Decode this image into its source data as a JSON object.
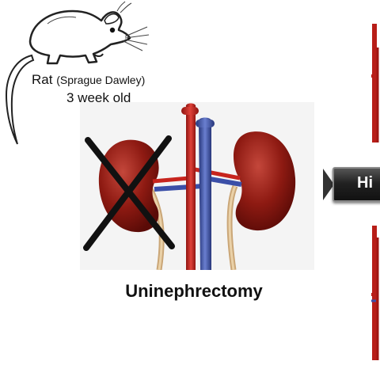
{
  "rat": {
    "label_main": "Rat",
    "label_species": "(Sprague Dawley)",
    "label_age": "3 week old"
  },
  "procedure": {
    "title": "Uninephrectomy"
  },
  "next_step": {
    "label_partial": "Hi"
  },
  "colors": {
    "kidney": "#8e1a12",
    "artery": "#c7241d",
    "vein": "#3b4fa8",
    "ureter": "#d8b98a",
    "cross_mark": "#111111"
  },
  "icons": {
    "rat": "rat-line-drawing",
    "kidneys": "kidney-pair-illustration",
    "removed_mark": "cross-x-mark"
  }
}
